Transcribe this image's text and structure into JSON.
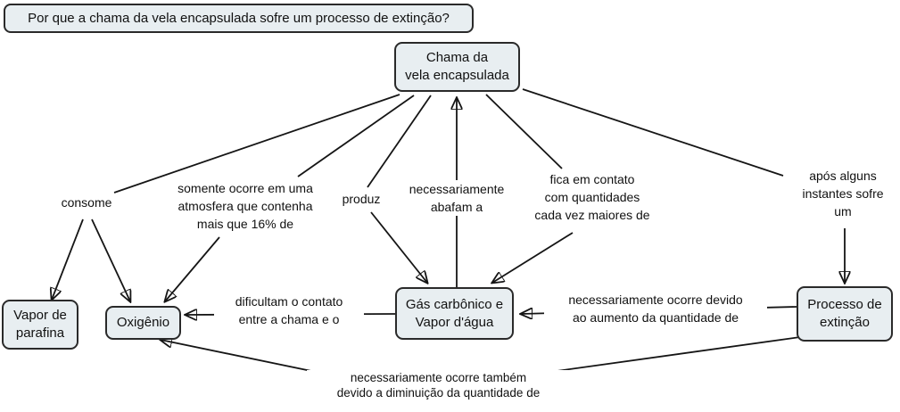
{
  "title": {
    "text": "Por que a chama da vela encapsulada sofre um processo de extinção?"
  },
  "nodes": {
    "chama": {
      "label": "Chama da\nvela encapsulada"
    },
    "vapor": {
      "label": "Vapor de\nparafina"
    },
    "oxigenio": {
      "label": "Oxigênio"
    },
    "gas": {
      "label": "Gás carbônico e\nVapor d'água"
    },
    "processo": {
      "label": "Processo de\nextinção"
    }
  },
  "links": {
    "consome": {
      "label": "consome"
    },
    "somente": {
      "label": "somente ocorre em uma\natmosfera que contenha\nmais que 16% de"
    },
    "produz": {
      "label": "produz"
    },
    "abafam": {
      "label": "necessariamente\nabafam a"
    },
    "fica": {
      "label": "fica em contato\ncom quantidades\ncada vez maiores de"
    },
    "apos": {
      "label": "após alguns\ninstantes sofre\num"
    },
    "dificultam": {
      "label": "dificultam o contato\nentre a chama e o"
    },
    "devido": {
      "label": "necessariamente ocorre devido\nao aumento da quantidade de"
    },
    "tambem": {
      "label": "necessariamente ocorre também\ndevido a diminuição da quantidade de"
    }
  },
  "colors": {
    "background": "#ffffff",
    "node_fill": "#e8eef1",
    "node_border": "#2a2a2a",
    "line": "#151515",
    "text": "#111111"
  }
}
